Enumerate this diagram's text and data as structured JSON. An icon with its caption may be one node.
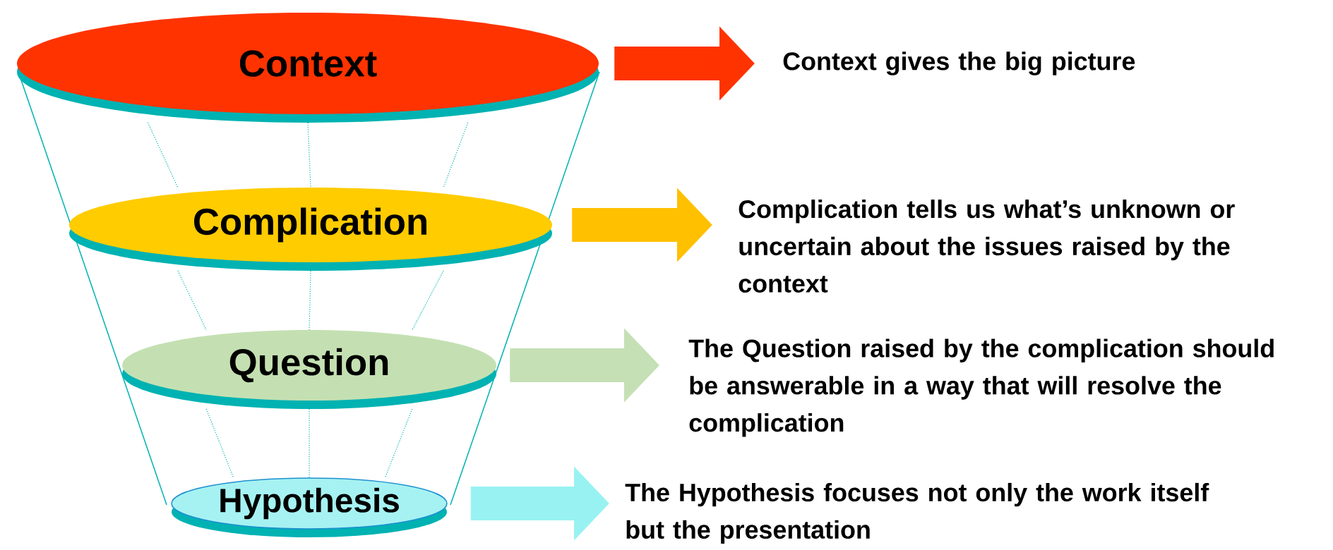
{
  "diagram": {
    "nodes": [
      {
        "text": [
          "Context"
        ]
      },
      {
        "text": [
          "Complication"
        ]
      },
      {
        "text": [
          "Question"
        ]
      },
      {
        "text": [
          "Hypothesis"
        ]
      },
      {
        "text": [
          "Context gives the big picture"
        ]
      },
      {
        "text": [
          "Complication tells us what’s unknown or uncertain about the issues raised by the context"
        ]
      },
      {
        "text": [
          "The Question raised by the complication should be  answerable in a way that will resolve the complication"
        ]
      },
      {
        "text": [
          "The Hypothesis focuses not only the work itself but the presentation"
        ]
      }
    ],
    "edges": [
      {
        "from": 0,
        "to": 4,
        "arrow": "to",
        "color": "#ff3300"
      },
      {
        "from": 1,
        "to": 5,
        "arrow": "to",
        "color": "#ffc000"
      },
      {
        "from": 2,
        "to": 6,
        "arrow": "to",
        "color": "#c5e0b4"
      },
      {
        "from": 3,
        "to": 7,
        "arrow": "to",
        "color": "#99f2f2"
      }
    ]
  }
}
